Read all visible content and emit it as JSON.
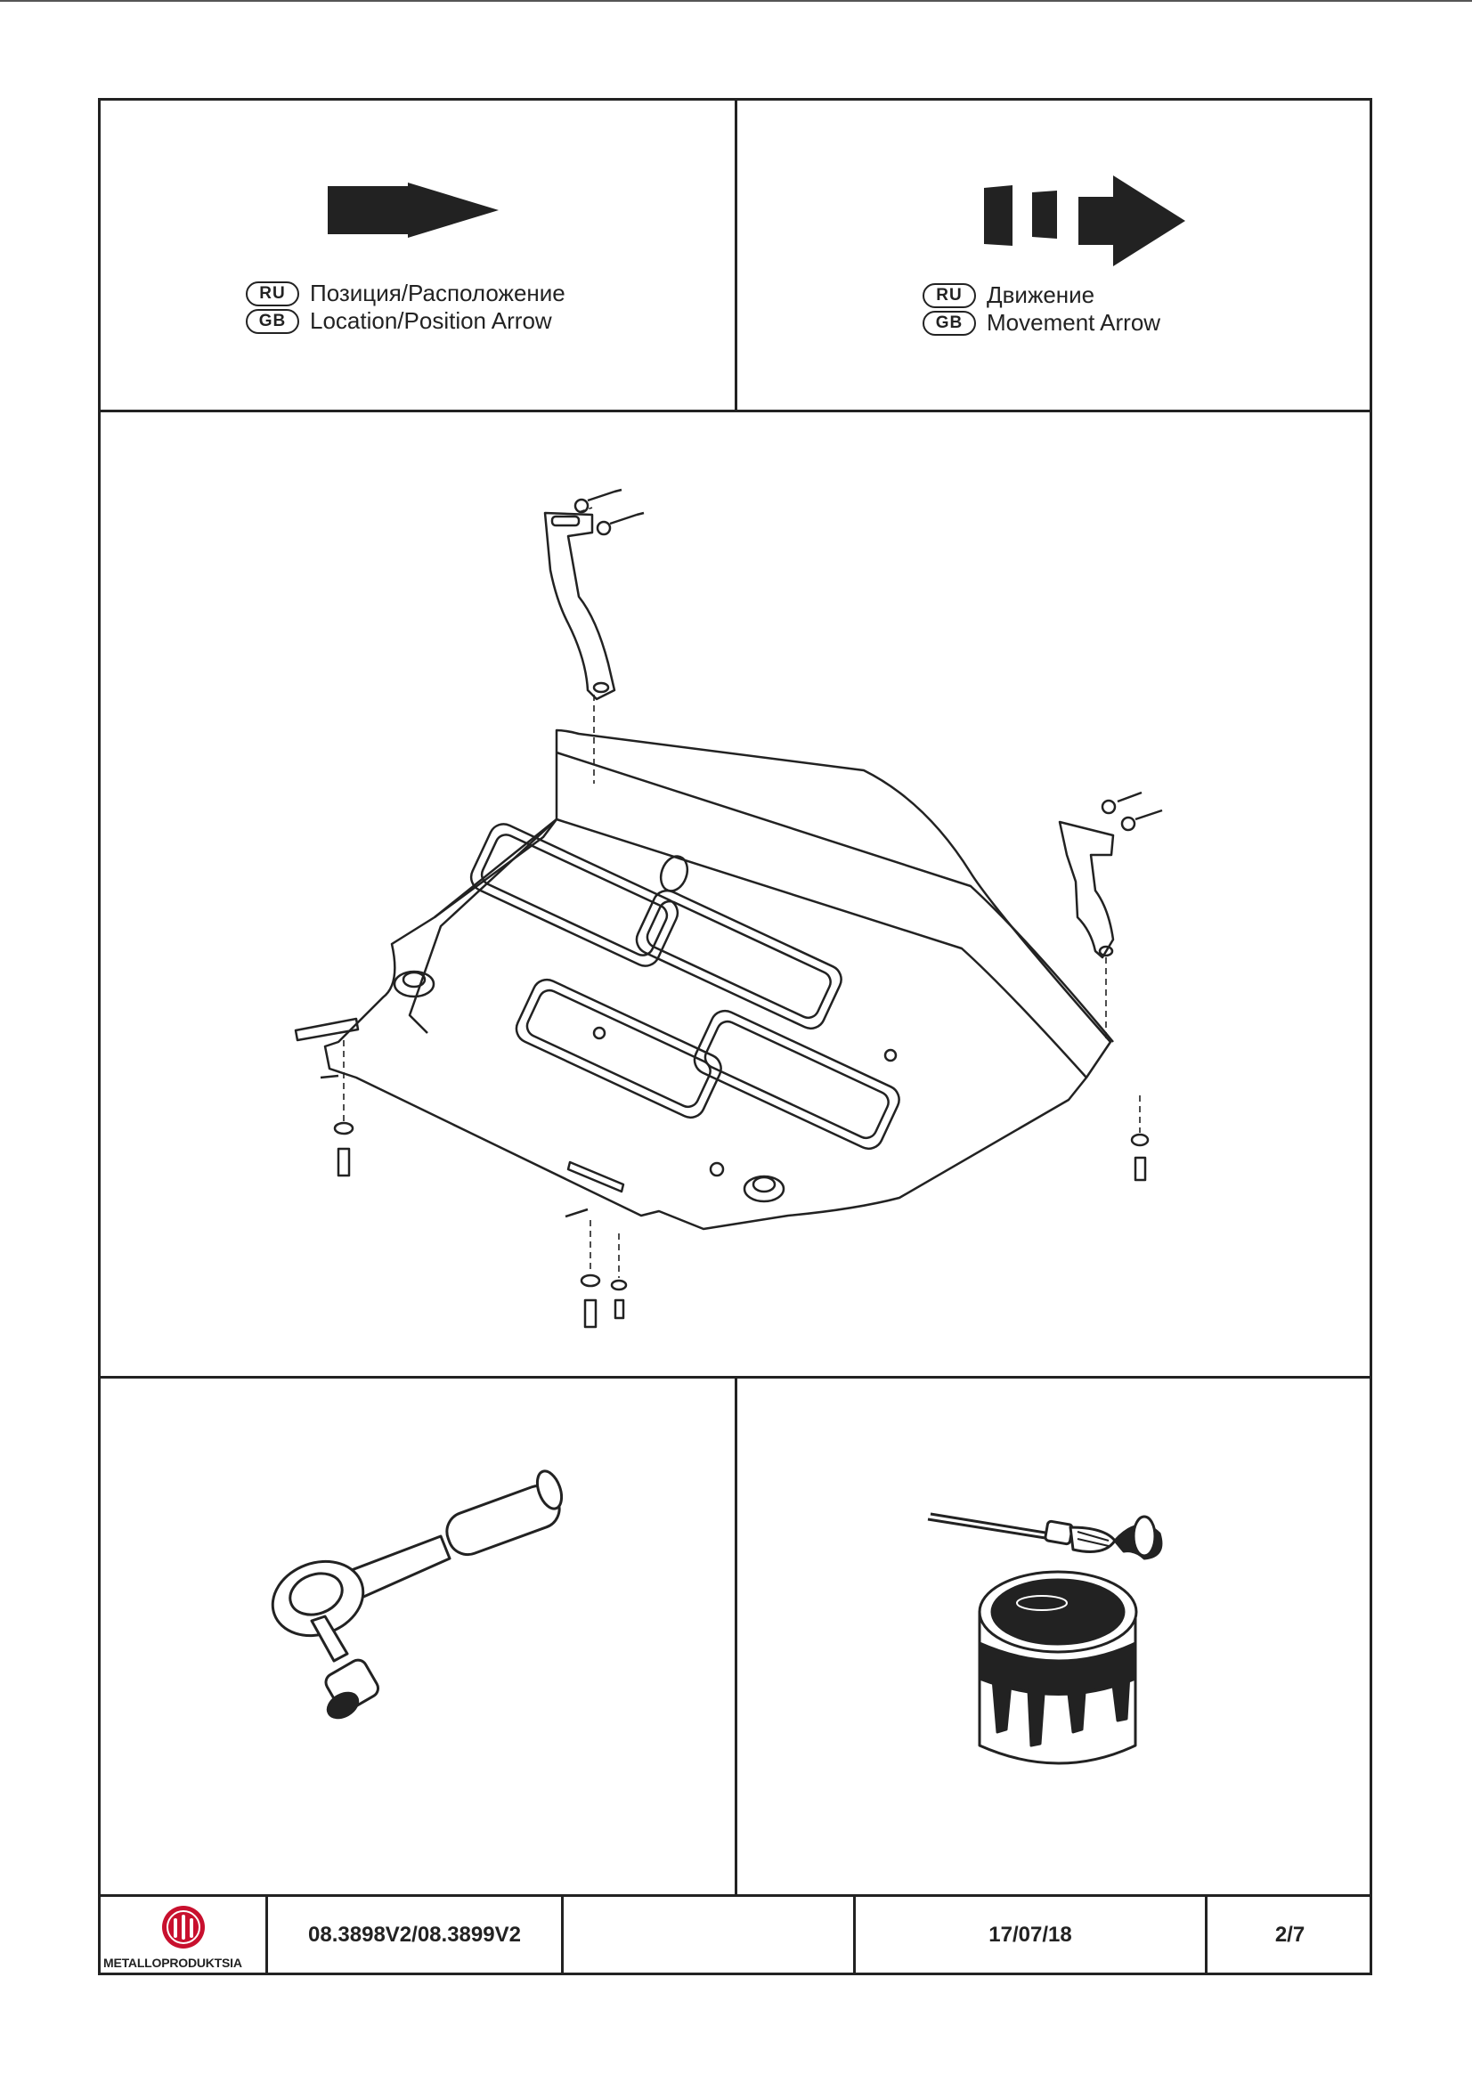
{
  "legend": {
    "location": {
      "ru_code": "RU",
      "gb_code": "GB",
      "ru_text": "Позиция/Расположение",
      "gb_text": "Location/Position Arrow",
      "icon": "solid-arrow-icon"
    },
    "movement": {
      "ru_code": "RU",
      "gb_code": "GB",
      "ru_text": "Движение",
      "gb_text": "Movement Arrow",
      "icon": "dashed-arrow-icon"
    }
  },
  "illustrations": {
    "main": "skid-plate-assembly-diagram",
    "tool": "ratchet-wrench-icon",
    "coating": "paint-can-brush-icon"
  },
  "footer": {
    "brand": "METALLOPRODUKTSIA",
    "part_numbers": "08.3898V2/08.3899V2",
    "blank": "",
    "date": "17/07/18",
    "page": "2/7"
  },
  "colors": {
    "ink": "#222222",
    "logo_red": "#c8102e"
  }
}
